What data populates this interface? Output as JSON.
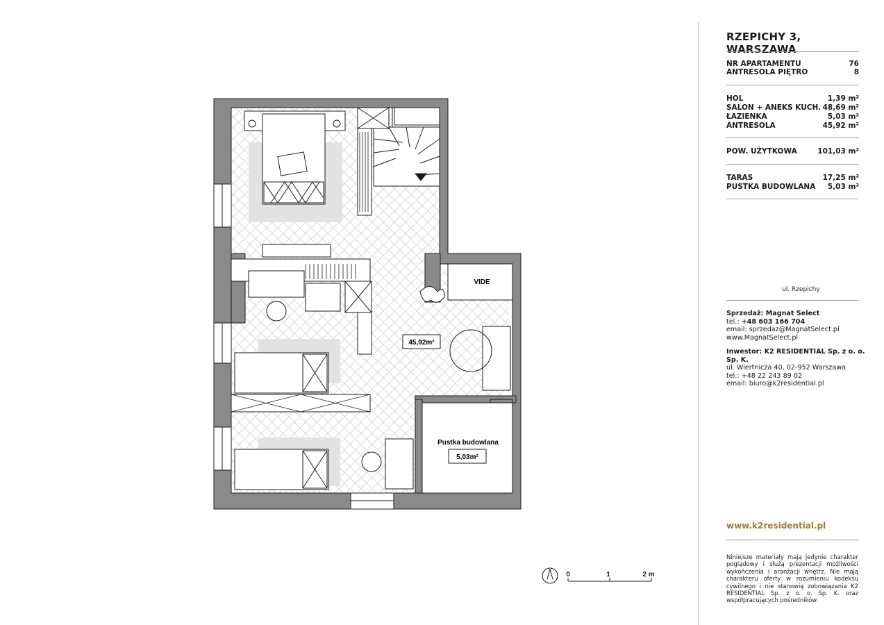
{
  "header": {
    "title": "RZEPICHY 3, WARSZAWA"
  },
  "apartment": {
    "number_label": "NR APARTAMENTU",
    "number_value": "76",
    "floor_label": "ANTRESOLA PIĘTRO",
    "floor_value": "8"
  },
  "rooms": [
    {
      "label": "HOL",
      "value": "1,39 m²"
    },
    {
      "label": "SALON + ANEKS KUCH.",
      "value": "48,69 m²"
    },
    {
      "label": "ŁAZIENKA",
      "value": "5,03 m²"
    },
    {
      "label": "ANTRESOLA",
      "value": "45,92 m²"
    }
  ],
  "usable": {
    "label": "POW. UŻYTKOWA",
    "value": "101,03 m²"
  },
  "extras": [
    {
      "label": "TARAS",
      "value": "17,25 m²"
    },
    {
      "label": "PUSTKA BUDOWLANA",
      "value": "5,03 m²"
    }
  ],
  "site_plan": {
    "street": "ul. Rzepichy"
  },
  "sales": {
    "heading": "Sprzedaż: Magnat Select",
    "tel_prefix": "tel.: ",
    "tel": "+48 603 166 704",
    "email": "email: sprzedaz@MagnatSelect.pl",
    "web": "www.MagnatSelect.pl"
  },
  "investor": {
    "heading": "Inwestor: K2 RESIDENTIAL Sp. z o. o. Sp. K.",
    "address": "ul. Wiertnicza 40, 02-952 Warszawa",
    "tel": "tel.: +48 22 243 89 02",
    "email": "email: biuro@k2residential.pl"
  },
  "website": "www.k2residential.pl",
  "disclaimer": "Niniejsze materiały mają jedynie charakter poglądowy i służą prezentacji możliwości wykończenia i aranżacji wnętrz. Nie mają charakteru oferty w rozumieniu kodeksu cywilnego i nie stanowią zobowiązania K2 RESIDENTIAL Sp. z o. o. Sp. K. oraz współpracujących pośredników.",
  "plan": {
    "area_main": "45,92m²",
    "vide": "VIDE",
    "void_title": "Pustka budowlana",
    "void_area": "5,03m²"
  },
  "scale": {
    "t0": "0",
    "t1": "1",
    "t2": "2 m"
  },
  "colors": {
    "wall": "#8a8a8a",
    "accent": "#a07838",
    "river": "#2b50c8",
    "map_fill": "#9a9a9a"
  }
}
